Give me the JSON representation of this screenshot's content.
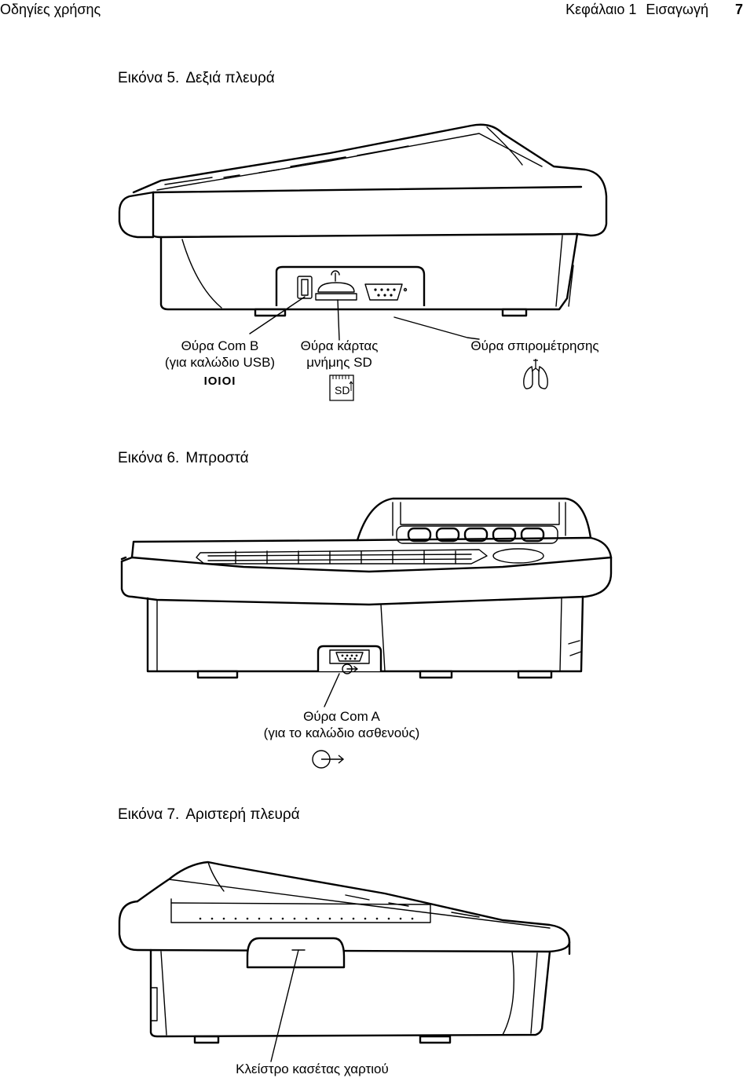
{
  "header": {
    "left": "Οδηγίες χρήσης",
    "chapter": "Κεφάλαιο 1",
    "section": "Εισαγωγή",
    "page_number": "7"
  },
  "figures": [
    {
      "number": "Εικόνα 5.",
      "caption": "Δεξιά πλευρά",
      "callouts": [
        {
          "lines": [
            "Θύρα Com B",
            "(για καλώδιο USB)"
          ],
          "symbol_text": "IOIOI"
        },
        {
          "lines": [
            "Θύρα κάρτας",
            "μνήμης SD"
          ],
          "symbol_text": "SD"
        },
        {
          "lines": [
            "Θύρα σπιρομέτρησης"
          ],
          "symbol": "lungs-icon"
        }
      ]
    },
    {
      "number": "Εικόνα 6.",
      "caption": "Μπροστά",
      "callouts": [
        {
          "lines": [
            "Θύρα Com A",
            "(για το καλώδιο ασθενούς)"
          ],
          "symbol": "patient-cable-icon"
        }
      ]
    },
    {
      "number": "Εικόνα 7.",
      "caption": "Αριστερή πλευρά",
      "callouts": [
        {
          "lines": [
            "Κλείστρο κασέτας χαρτιού"
          ]
        }
      ]
    }
  ]
}
